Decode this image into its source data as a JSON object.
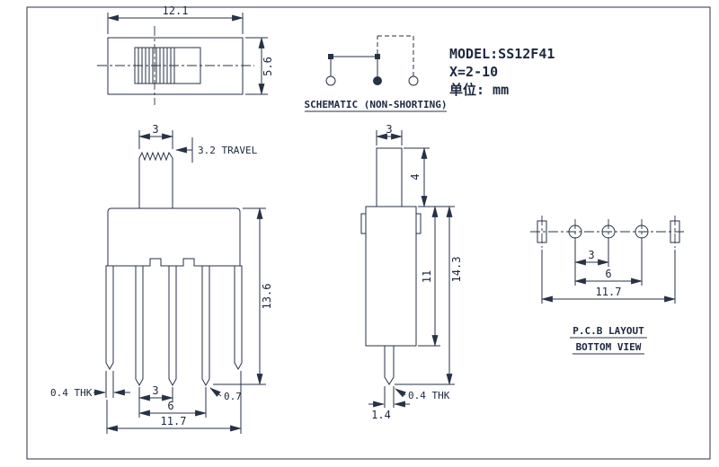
{
  "info": {
    "model": "MODEL:SS12F41",
    "range": "X=2-10",
    "unit": "单位: mm"
  },
  "schematic": {
    "label": "SCHEMATIC (NON-SHORTING)"
  },
  "top_view": {
    "width": "12.1",
    "height": "5.6"
  },
  "front_view": {
    "knob_width": "3",
    "travel": "3.2 TRAVEL",
    "height": "13.6",
    "tab_thk": "0.4 THK",
    "pin_pitch": "3",
    "pin_width": "0.7",
    "pin_span": "6",
    "total_width": "11.7"
  },
  "side_view": {
    "knob_width": "3",
    "knob_height": "4",
    "body_height": "11",
    "total_height": "14.3",
    "pin_width": "1.4",
    "pin_thk": "0.4 THK"
  },
  "pcb": {
    "pitch": "3",
    "span": "6",
    "width": "11.7",
    "title": "P.C.B LAYOUT",
    "subtitle": "BOTTOM VIEW"
  },
  "colors": {
    "line": "#273245",
    "background": "#ffffff"
  }
}
